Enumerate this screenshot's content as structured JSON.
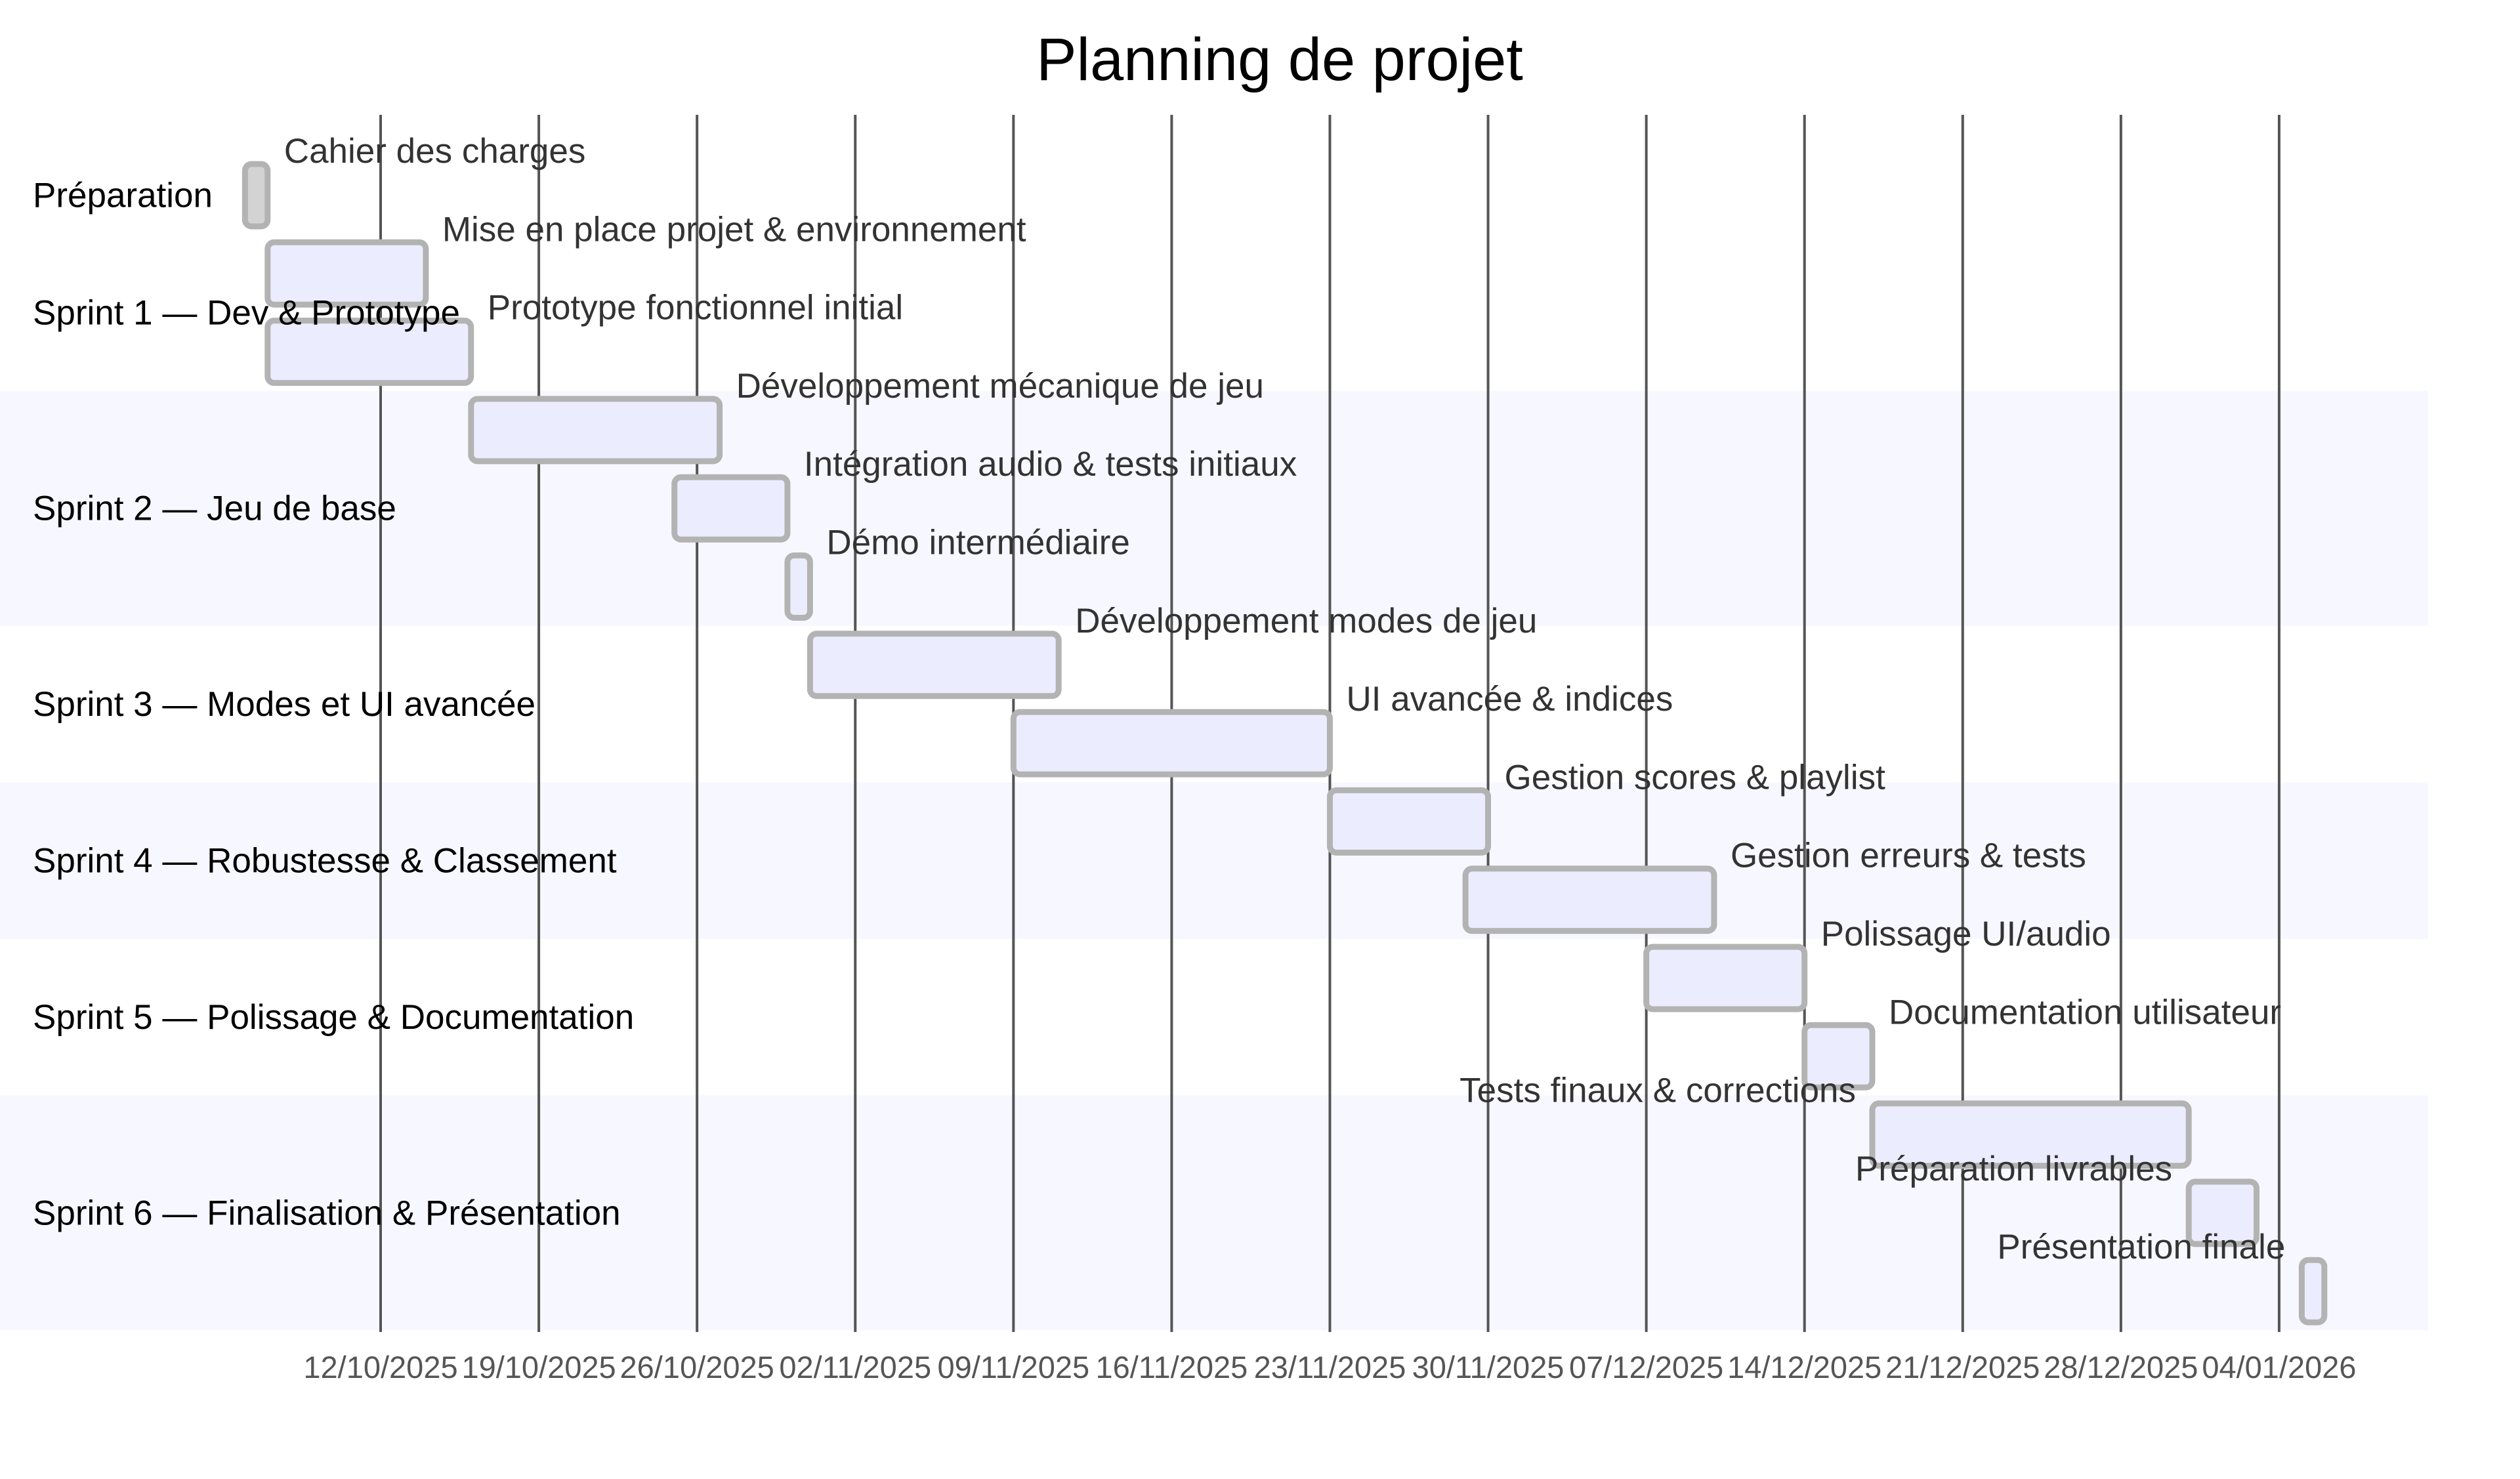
{
  "chart_data": {
    "type": "gantt",
    "title": "Planning de projet",
    "x_ticks": [
      "12/10/2025",
      "19/10/2025",
      "26/10/2025",
      "02/11/2025",
      "09/11/2025",
      "16/11/2025",
      "23/11/2025",
      "30/11/2025",
      "07/12/2025",
      "14/12/2025",
      "21/12/2025",
      "28/12/2025",
      "04/01/2026"
    ],
    "sections": [
      {
        "name": "Préparation",
        "tasks": [
          {
            "name": "Cahier des charges",
            "start": "2025-10-06",
            "end": "2025-10-07",
            "status": "done"
          }
        ]
      },
      {
        "name": "Sprint 1 — Dev & Prototype",
        "tasks": [
          {
            "name": "Mise en place projet & environnement",
            "start": "2025-10-07",
            "end": "2025-10-14"
          },
          {
            "name": "Prototype fonctionnel initial",
            "start": "2025-10-07",
            "end": "2025-10-16"
          }
        ]
      },
      {
        "name": "Sprint 2 — Jeu de base",
        "tasks": [
          {
            "name": "Développement mécanique de jeu",
            "start": "2025-10-16",
            "end": "2025-10-27"
          },
          {
            "name": "Intégration audio & tests initiaux",
            "start": "2025-10-25",
            "end": "2025-10-30"
          },
          {
            "name": "Démo intermédiaire",
            "start": "2025-10-30",
            "end": "2025-10-31"
          }
        ]
      },
      {
        "name": "Sprint 3 — Modes et UI avancée",
        "tasks": [
          {
            "name": "Développement modes de jeu",
            "start": "2025-10-31",
            "end": "2025-11-11"
          },
          {
            "name": "UI avancée & indices",
            "start": "2025-11-09",
            "end": "2025-11-23"
          }
        ]
      },
      {
        "name": "Sprint 4 — Robustesse & Classement",
        "tasks": [
          {
            "name": "Gestion scores & playlist",
            "start": "2025-11-23",
            "end": "2025-11-30"
          },
          {
            "name": "Gestion erreurs & tests",
            "start": "2025-11-29",
            "end": "2025-12-10"
          }
        ]
      },
      {
        "name": "Sprint 5 — Polissage & Documentation",
        "tasks": [
          {
            "name": "Polissage UI/audio",
            "start": "2025-12-07",
            "end": "2025-12-14"
          },
          {
            "name": "Documentation utilisateur",
            "start": "2025-12-14",
            "end": "2025-12-17"
          }
        ]
      },
      {
        "name": "Sprint 6 — Finalisation & Présentation",
        "tasks": [
          {
            "name": "Tests finaux & corrections",
            "start": "2025-12-17",
            "end": "2025-12-31",
            "label_side": "left"
          },
          {
            "name": "Préparation livrables",
            "start": "2025-12-31",
            "end": "2026-01-03",
            "label_side": "left"
          },
          {
            "name": "Présentation finale",
            "start": "2026-01-05",
            "end": "2026-01-06",
            "label_side": "left"
          }
        ]
      }
    ],
    "colors": {
      "bar_fill": "#ececff",
      "bar_done_fill": "#d3d3d3",
      "bar_stroke": "#b3b3b3",
      "section_band": "#f7f7ff",
      "grid": "#555555"
    }
  }
}
